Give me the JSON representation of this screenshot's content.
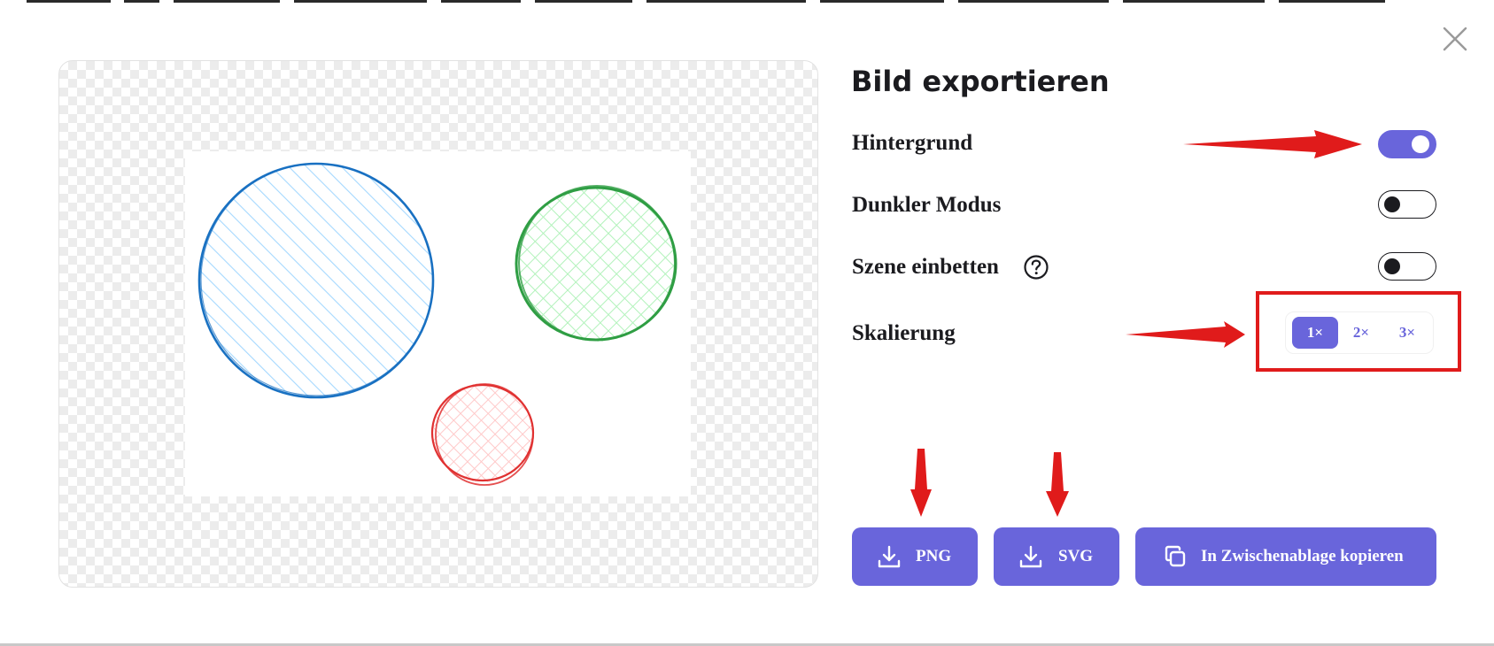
{
  "dialog": {
    "title": "Bild exportieren",
    "close_icon": "close-icon"
  },
  "options": {
    "background": {
      "label": "Hintergrund",
      "enabled": true
    },
    "dark_mode": {
      "label": "Dunkler Modus",
      "enabled": false
    },
    "embed_scene": {
      "label": "Szene einbetten",
      "enabled": false,
      "help_icon": "help-circle-icon"
    },
    "scale": {
      "label": "Skalierung",
      "options": [
        "1×",
        "2×",
        "3×"
      ],
      "selected": "1×"
    }
  },
  "buttons": {
    "png": {
      "label": "PNG",
      "icon": "download-icon"
    },
    "svg": {
      "label": "SVG",
      "icon": "download-icon"
    },
    "clipboard": {
      "label": "In Zwischenablage kopieren",
      "icon": "copy-icon"
    }
  },
  "preview": {
    "shapes": [
      {
        "shape": "circle",
        "stroke": "#1971c2",
        "fill": "#a5d8ff",
        "hatch": "hachure"
      },
      {
        "shape": "circle",
        "stroke": "#2f9e44",
        "fill": "#b2f2bb",
        "hatch": "cross-hatch"
      },
      {
        "shape": "circle",
        "stroke": "#e03131",
        "fill": "#ffc9c9",
        "hatch": "cross-hatch"
      }
    ]
  },
  "colors": {
    "accent": "#6965db",
    "annotation": "#e01b1b",
    "text": "#1b1b1f"
  }
}
